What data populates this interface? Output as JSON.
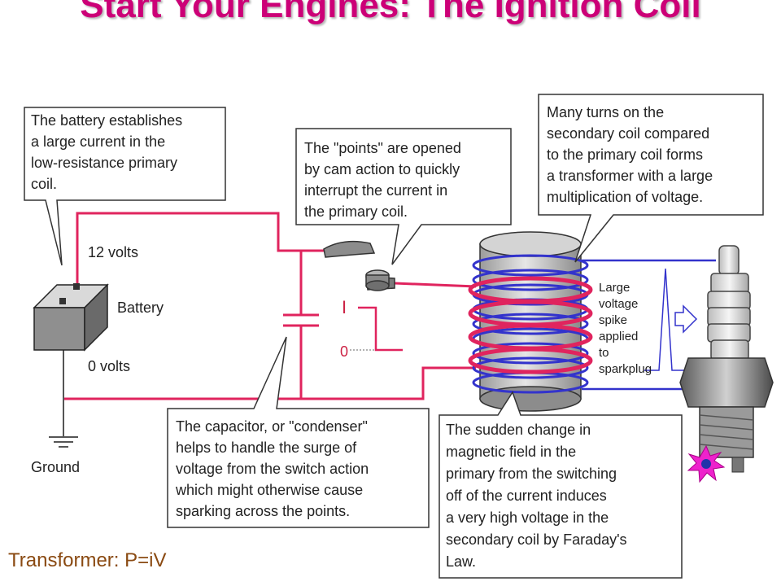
{
  "title": "Start Your Engines: The Ignition Coil",
  "footer": "Transformer: P=iV",
  "labels": {
    "volts12": "12 volts",
    "battery": "Battery",
    "volts0": "0 volts",
    "ground": "Ground",
    "current": "I",
    "zero": "0"
  },
  "spike_lines": [
    "Large",
    "voltage",
    "spike",
    "applied",
    "to",
    "sparkplug"
  ],
  "callouts": {
    "battery": [
      "The battery establishes",
      "a large current in the",
      "low-resistance primary",
      "coil."
    ],
    "points": [
      "The \"points\" are opened",
      "by cam action to quickly",
      "interrupt the current in",
      "the primary coil."
    ],
    "secondary": [
      "Many turns on the",
      "secondary coil compared",
      "to the primary coil forms",
      "a transformer with a large",
      "multiplication of voltage."
    ],
    "capacitor": [
      "The capacitor, or \"condenser\"",
      "helps to handle the surge of",
      "voltage from the switch action",
      "which might otherwise cause",
      "sparking across the points."
    ],
    "faraday": [
      "The sudden change in",
      "magnetic field in the",
      "primary from the switching",
      "off of the current induces",
      "a very high voltage in the",
      "secondary coil by Faraday's",
      "Law."
    ]
  },
  "colors": {
    "title": "#cc0077",
    "primary_wire": "#e0245e",
    "secondary_wire": "#3333cc",
    "footer": "#8a4a12"
  }
}
